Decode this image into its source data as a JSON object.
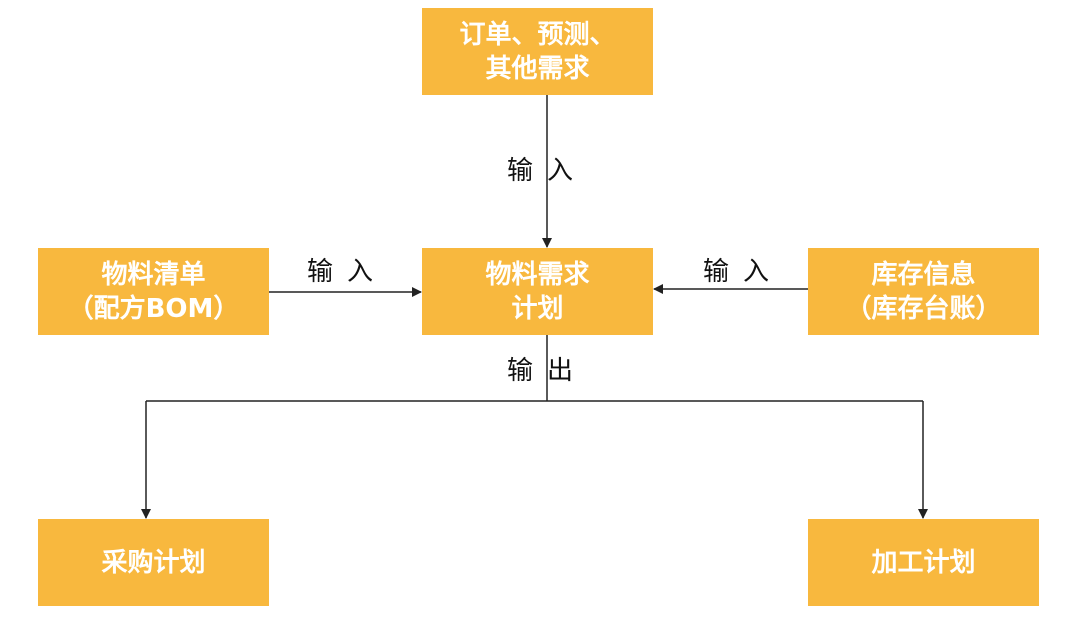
{
  "nodes": {
    "demand": {
      "line1": "订单、预测、",
      "line2": "其他需求"
    },
    "mrp": {
      "line1": "物料需求",
      "line2": "计划"
    },
    "bom": {
      "line1": "物料清单",
      "line2": "（配方BOM）"
    },
    "inventory": {
      "line1": "库存信息",
      "line2": "（库存台账）"
    },
    "purchase": {
      "label": "采购计划"
    },
    "processing": {
      "label": "加工计划"
    }
  },
  "edges": {
    "demand_to_mrp": "输入",
    "bom_to_mrp": "输入",
    "inventory_to_mrp": "输入",
    "mrp_output": "输出"
  },
  "colors": {
    "node_fill": "#F8B83E",
    "node_text": "#FFFFFF",
    "line": "#222222"
  }
}
